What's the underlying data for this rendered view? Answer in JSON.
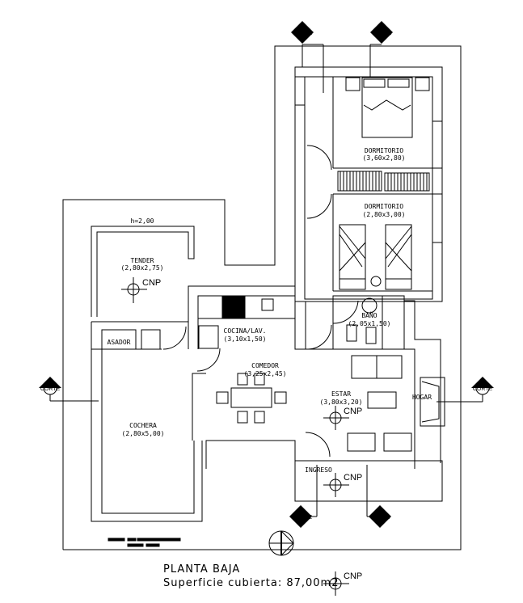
{
  "rooms": {
    "dorm1": {
      "name": "DORMITORIO",
      "size": "(3,60x2,80)"
    },
    "dorm2": {
      "name": "DORMITORIO",
      "size": "(2,80x3,00)"
    },
    "bano": {
      "name": "BAÑO",
      "size": "(2,05x1,50)"
    },
    "cocina": {
      "name": "COCINA/LAV.",
      "size": "(3,10x1,50)"
    },
    "comedor": {
      "name": "COMEDOR",
      "size": "(3,25x2,45)"
    },
    "estar": {
      "name": "ESTAR",
      "size": "(3,80x3,20)"
    },
    "hogar": {
      "name": "HOGAR"
    },
    "cochera": {
      "name": "COCHERA",
      "size": "(2,80x5,00)"
    },
    "tender": {
      "name": "TENDER",
      "size": "(2,80x2,75)",
      "wall_height": "h=2,00"
    },
    "asador": {
      "name": "ASADOR"
    },
    "ingreso": {
      "name": "INGRESO"
    }
  },
  "level_marker": "CNP",
  "section_marker": "CORTE",
  "title": {
    "line1": "PLANTA BAJA",
    "line2": "Superficie cubierta: 87,00m2"
  }
}
